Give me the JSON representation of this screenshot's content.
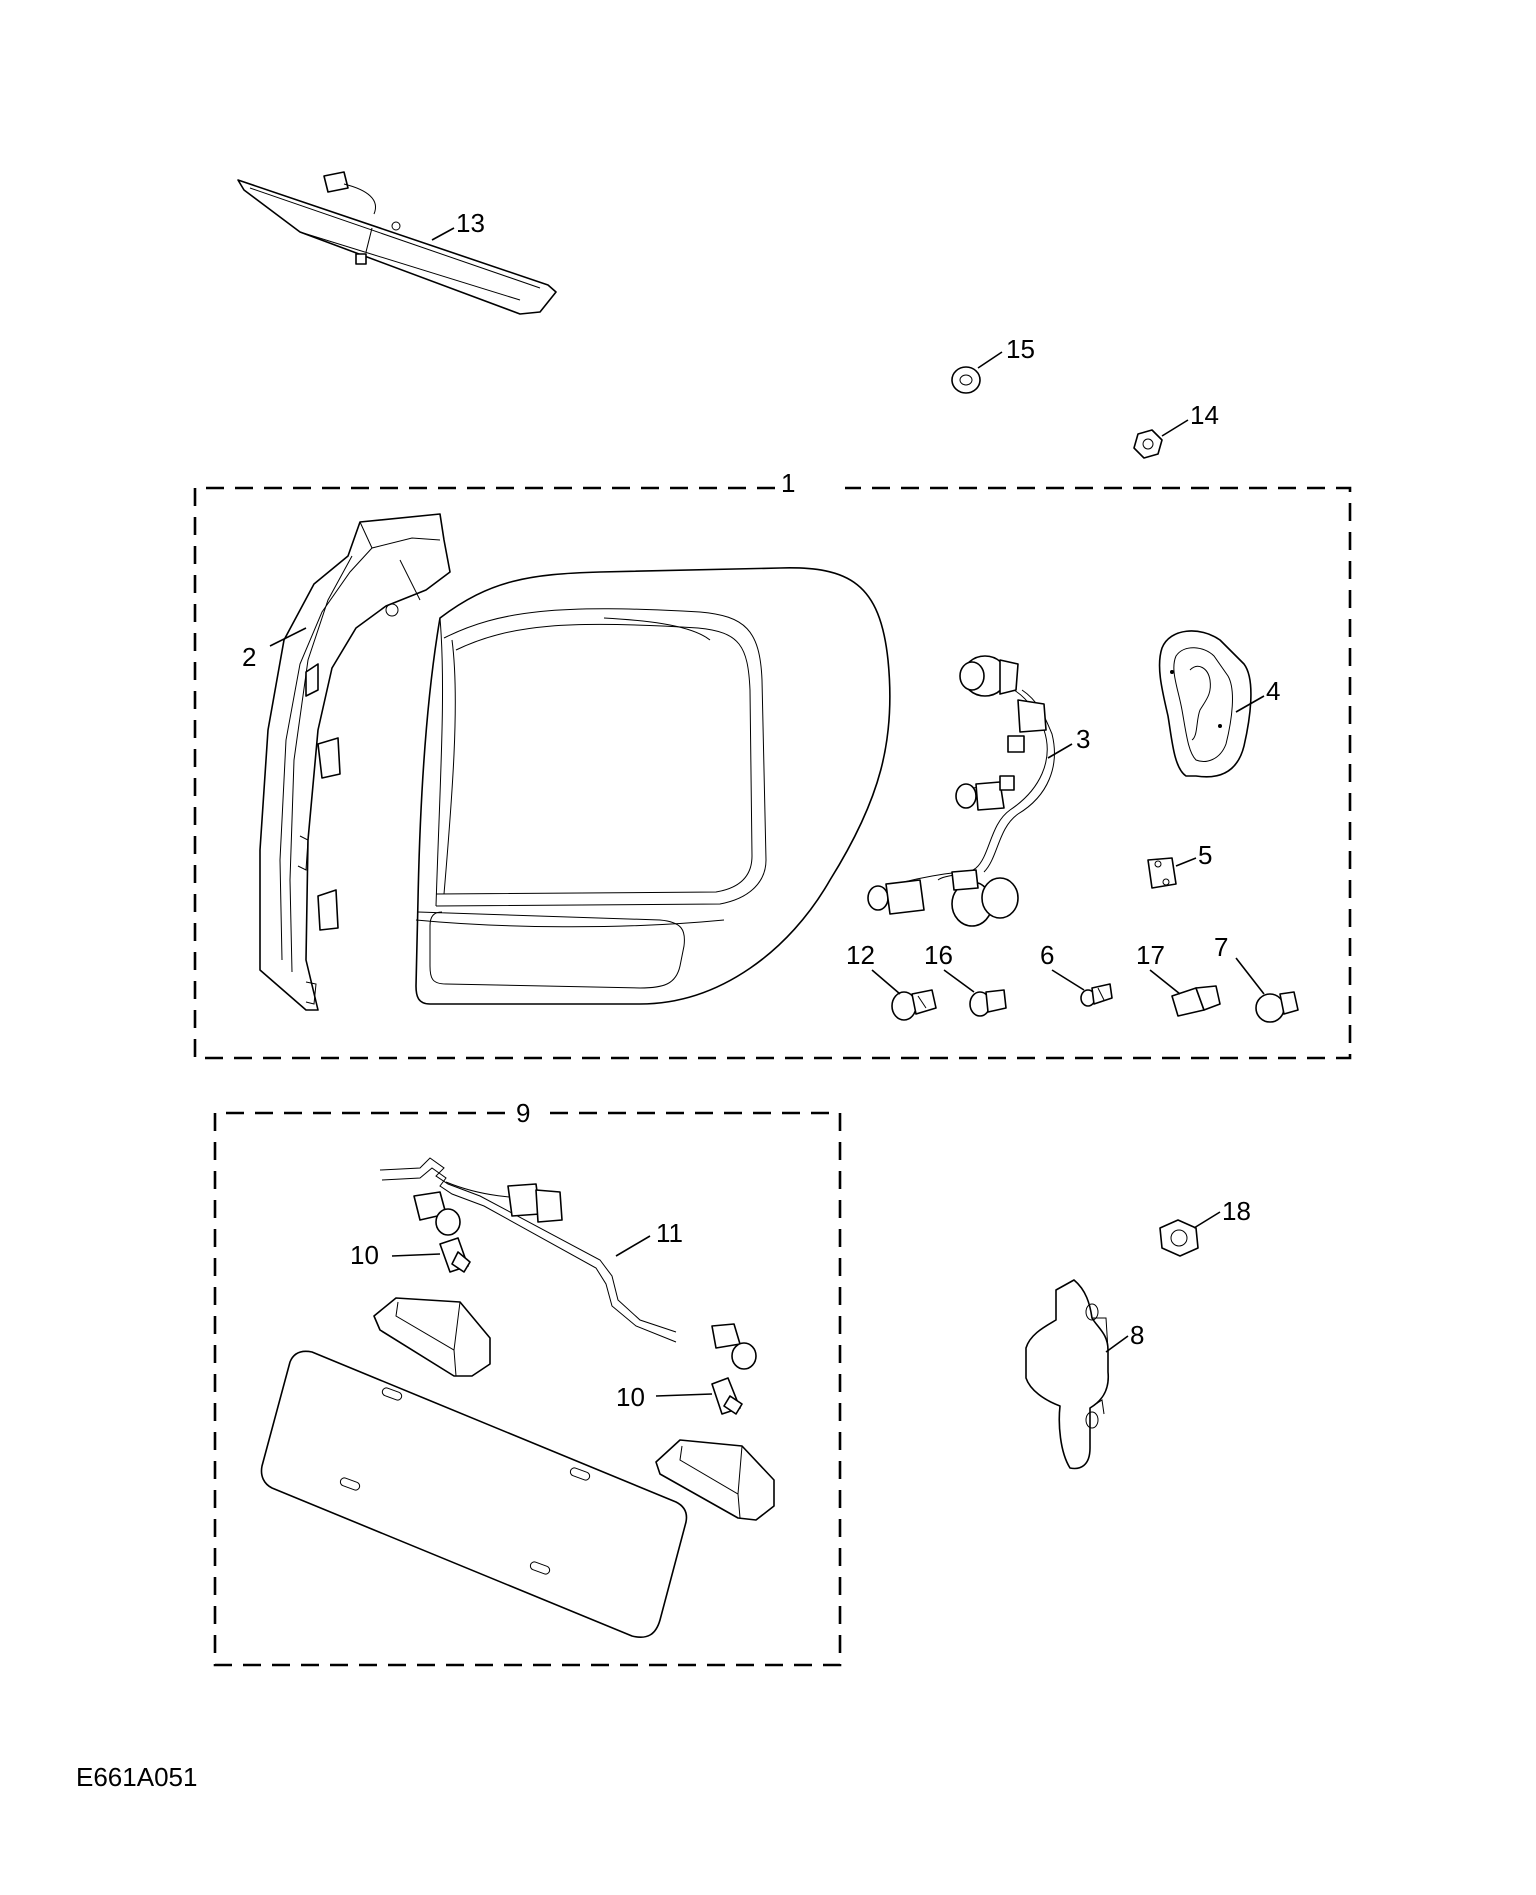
{
  "diagram": {
    "reference_code": "E661A051",
    "callouts": {
      "c1": "1",
      "c2": "2",
      "c3": "3",
      "c4": "4",
      "c5": "5",
      "c6": "6",
      "c7": "7",
      "c8": "8",
      "c9": "9",
      "c10a": "10",
      "c10b": "10",
      "c11": "11",
      "c12": "12",
      "c13": "13",
      "c14": "14",
      "c15": "15",
      "c16": "16",
      "c17": "17",
      "c18": "18"
    }
  }
}
